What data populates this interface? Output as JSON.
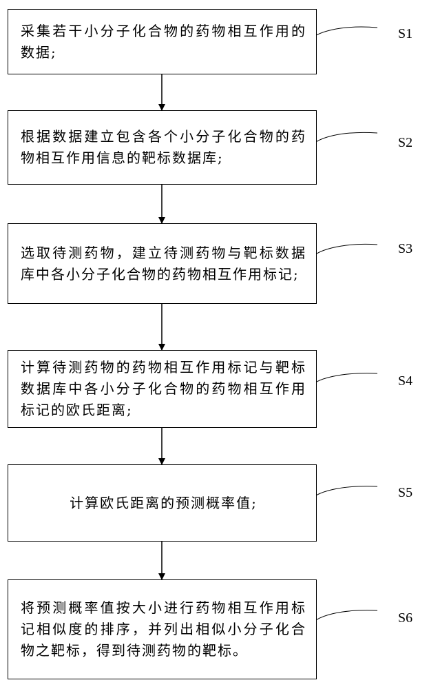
{
  "steps": [
    {
      "id": "S1",
      "text": "采集若干小分子化合物的药物相互作用的数据;"
    },
    {
      "id": "S2",
      "text": "根据数据建立包含各个小分子化合物的药物相互作用信息的靶标数据库;"
    },
    {
      "id": "S3",
      "text": "选取待测药物，建立待测药物与靶标数据库中各小分子化合物的药物相互作用标记;"
    },
    {
      "id": "S4",
      "text": "计算待测药物的药物相互作用标记与靶标数据库中各小分子化合物的药物相互作用标记的欧氏距离;"
    },
    {
      "id": "S5",
      "text": "计算欧氏距离的预测概率值;"
    },
    {
      "id": "S6",
      "text": "将预测概率值按大小进行药物相互作用标记相似度的排序，并列出相似小分子化合物之靶标，得到待测药物的靶标。"
    }
  ]
}
